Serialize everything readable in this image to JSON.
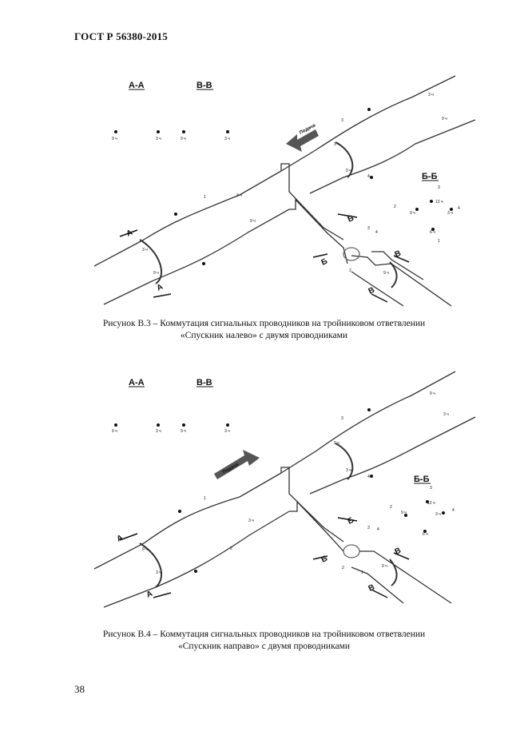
{
  "header": {
    "standard": "ГОСТ Р 56380-2015"
  },
  "figures": [
    {
      "section_labels": {
        "aa": "А-А",
        "vv": "В-В",
        "bb": "Б-Б"
      },
      "arrow_label": "Подача",
      "cut_a": "А",
      "cut_b": "Б",
      "cut_v": "В",
      "h3": "3 ч",
      "h9": "9 ч",
      "h12": "12 ч",
      "h6": "6 ч",
      "n1": "1",
      "n2": "2",
      "n3": "3",
      "n4": "4",
      "caption_line1": "Рисунок В.3 – Коммутация сигнальных проводников на тройниковом ответвлении",
      "caption_line2": "«Спускник налево» с двумя проводниками"
    },
    {
      "section_labels": {
        "aa": "А-А",
        "vv": "В-В",
        "bb": "Б-Б"
      },
      "arrow_label": "Подача",
      "cut_a": "А",
      "cut_b": "Б",
      "cut_v": "В",
      "h3": "3 ч",
      "h9": "9 ч",
      "h12": "12 ч",
      "h6": "6 ч",
      "n1": "1",
      "n2": "2",
      "n3": "3",
      "n4": "4",
      "caption_line1": "Рисунок В.4 – Коммутация сигнальных проводников на тройниковом ответвлении",
      "caption_line2": "«Спускник направо» с двумя проводниками"
    }
  ],
  "page_number": "38"
}
